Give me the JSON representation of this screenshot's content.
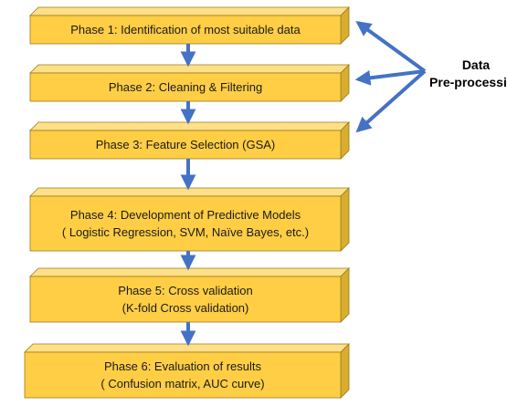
{
  "colors": {
    "box_front": "#FFCE45",
    "box_top": "#FFE089",
    "box_side": "#D9AE2E",
    "box_edge": "#9A7A1A",
    "arrow": "#4472C4"
  },
  "phases": [
    {
      "lines": [
        "Phase 1: Identification of most suitable data"
      ]
    },
    {
      "lines": [
        "Phase 2: Cleaning & Filtering"
      ]
    },
    {
      "lines": [
        "Phase 3: Feature Selection (GSA)"
      ]
    },
    {
      "lines": [
        "Phase 4: Development of Predictive Models",
        "( Logistic Regression, SVM, Naïve Bayes, etc.)"
      ]
    },
    {
      "lines": [
        "Phase 5: Cross validation",
        "(K-fold Cross validation)"
      ]
    },
    {
      "lines": [
        "Phase 6: Evaluation of results",
        "( Confusion matrix, AUC curve)"
      ]
    }
  ],
  "side_label": {
    "line1": "Data",
    "line2": "Pre-processing"
  }
}
